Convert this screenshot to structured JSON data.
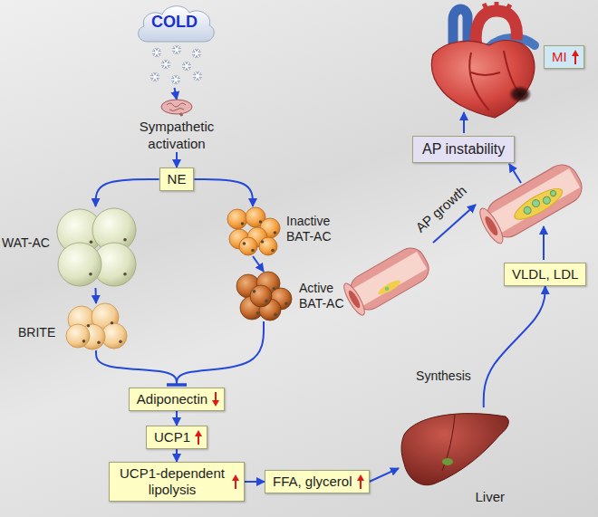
{
  "diagram": {
    "nodes": [
      {
        "text": [
          "COLD"
        ]
      },
      {
        "text": [
          "Sympathetic activation"
        ]
      },
      {
        "text": [
          "NE"
        ]
      },
      {
        "text": [
          "WAT-AC"
        ]
      },
      {
        "text": [
          "Inactive BAT-AC"
        ]
      },
      {
        "text": [
          "BRITE"
        ]
      },
      {
        "text": [
          "Active BAT-AC"
        ]
      },
      {
        "text": [
          "Adiponectin"
        ]
      },
      {
        "text": [
          "UCP1"
        ]
      },
      {
        "text": [
          "UCP1-dependent lipolysis"
        ]
      },
      {
        "text": [
          "FFA, glycerol"
        ]
      },
      {
        "text": [
          "Liver"
        ]
      },
      {
        "text": [
          "VLDL, LDL"
        ]
      },
      {
        "text": [
          "AP instability"
        ]
      },
      {
        "text": [
          "MI"
        ]
      }
    ],
    "edges": [
      {
        "from": 0,
        "to": 1,
        "arrow": "to"
      },
      {
        "from": 1,
        "to": 2,
        "arrow": "to"
      },
      {
        "from": 2,
        "to": 3,
        "arrow": "to"
      },
      {
        "from": 2,
        "to": 4,
        "arrow": "to"
      },
      {
        "from": 3,
        "to": 5,
        "arrow": "to"
      },
      {
        "from": 4,
        "to": 6,
        "arrow": "to"
      },
      {
        "from": 5,
        "to": 7,
        "arrow": "to"
      },
      {
        "from": 6,
        "to": 7,
        "arrow": "to"
      },
      {
        "from": 7,
        "to": 8,
        "arrow": "to"
      },
      {
        "from": 8,
        "to": 9,
        "arrow": "to"
      },
      {
        "from": 9,
        "to": 10,
        "arrow": "to"
      },
      {
        "from": 10,
        "to": 11,
        "arrow": "to"
      },
      {
        "from": 11,
        "to": 12,
        "label": "Synthesis",
        "arrow": "to"
      }
    ],
    "labels": [
      "AP growth"
    ]
  }
}
